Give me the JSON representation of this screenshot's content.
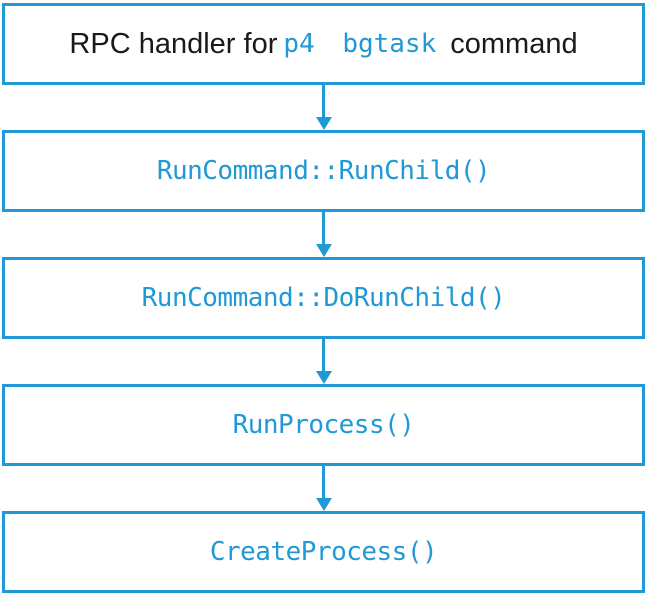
{
  "colors": {
    "accent": "#2199d6",
    "title_text": "#1a1a1a",
    "background": "#ffffff"
  },
  "diagram": {
    "title_box": {
      "prefix": "RPC handler for",
      "code": "p4 bgtask",
      "suffix": "command"
    },
    "nodes": [
      {
        "label": "RunCommand::RunChild()"
      },
      {
        "label": "RunCommand::DoRunChild()"
      },
      {
        "label": "RunProcess()"
      },
      {
        "label": "CreateProcess()"
      }
    ],
    "connector_icon": "down-arrow-icon"
  }
}
